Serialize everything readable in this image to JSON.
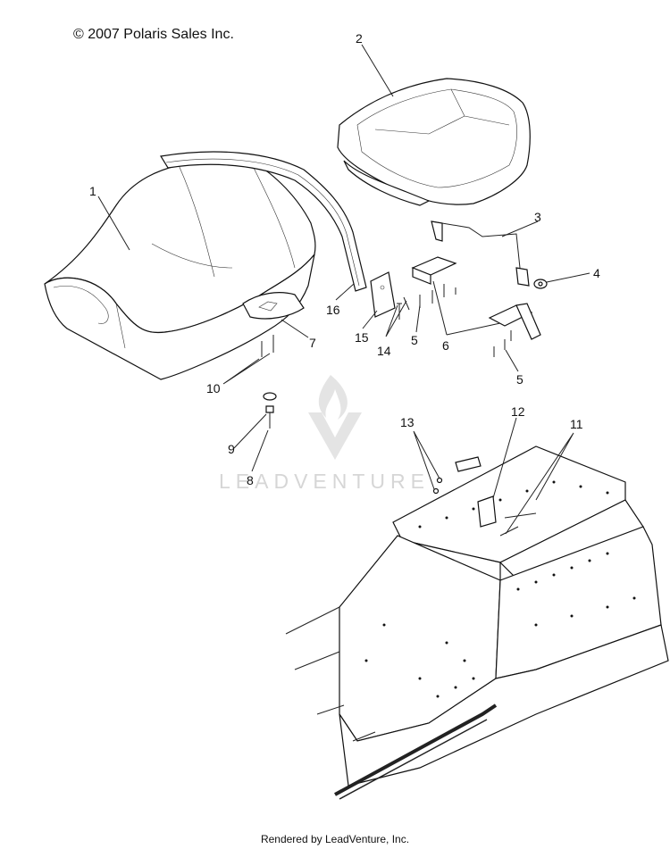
{
  "header": {
    "copyright": "© 2007 Polaris Sales Inc."
  },
  "footer": {
    "rendered_by": "Rendered by LeadVenture, Inc."
  },
  "watermark": {
    "text": "LEADVENTURE",
    "logo": "flame-v-logo-icon"
  },
  "callouts": [
    {
      "id": "c1",
      "label": "1"
    },
    {
      "id": "c2",
      "label": "2"
    },
    {
      "id": "c3",
      "label": "3"
    },
    {
      "id": "c4",
      "label": "4"
    },
    {
      "id": "c5a",
      "label": "5"
    },
    {
      "id": "c5b",
      "label": "5"
    },
    {
      "id": "c6",
      "label": "6"
    },
    {
      "id": "c7",
      "label": "7"
    },
    {
      "id": "c8",
      "label": "8"
    },
    {
      "id": "c9",
      "label": "9"
    },
    {
      "id": "c10",
      "label": "10"
    },
    {
      "id": "c11",
      "label": "11"
    },
    {
      "id": "c12",
      "label": "12"
    },
    {
      "id": "c13",
      "label": "13"
    },
    {
      "id": "c14",
      "label": "14"
    },
    {
      "id": "c15",
      "label": "15"
    },
    {
      "id": "c16",
      "label": "16"
    }
  ]
}
